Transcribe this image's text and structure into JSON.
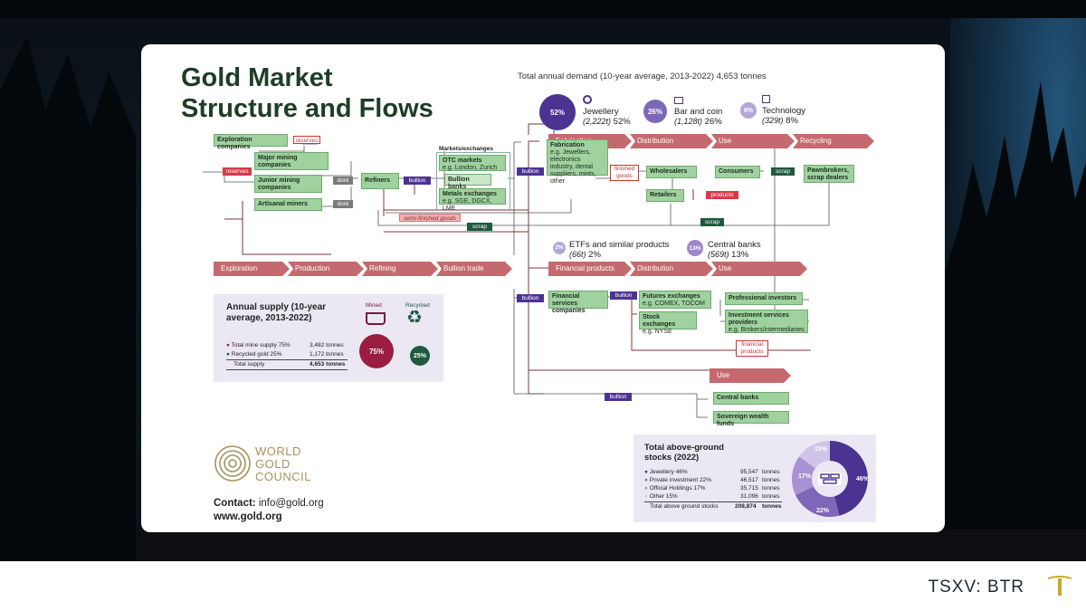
{
  "slide_title_line1": "Gold Market",
  "slide_title_line2": "Structure and Flows",
  "demand_heading": "Total annual demand (10-year average, 2013-2022) 4,653 tonnes",
  "demand_categories": [
    {
      "pct_label": "52%",
      "name": "Jewellery",
      "amount": "(2,222t)",
      "pct": "52%"
    },
    {
      "pct_label": "26%",
      "name": "Bar and coin",
      "amount": "(1,128t)",
      "pct": "26%"
    },
    {
      "pct_label": "8%",
      "name": "Technology",
      "amount": "(329t)",
      "pct": "8%"
    },
    {
      "pct_label": "2%",
      "name": "ETFs and similar products",
      "amount": "(66t)",
      "pct": "2%"
    },
    {
      "pct_label": "13%",
      "name": "Central banks",
      "amount": "(569t)",
      "pct": "13%"
    }
  ],
  "supply_nodes": {
    "exploration": "Exploration companies",
    "major": "Major mining companies",
    "junior": "Junior mining companies",
    "artisanal": "Artisanal miners",
    "refiners": "Refiners",
    "markets_heading": "Markets/exchanges",
    "otc": "OTC markets",
    "otc_eg": "e.g. London, Zurich",
    "bullion_banks": "Bullion banks",
    "metals": "Metals exchanges",
    "metals_eg": "e.g. SGE, DGCX, LME"
  },
  "fabrication_nodes": {
    "fabrication": "Fabrication",
    "fabrication_eg": "e.g. Jewellers, electronics industry, dental suppliers, mints, other",
    "wholesalers": "Wholesalers",
    "retailers": "Retailers",
    "consumers": "Consumers",
    "pawnbrokers": "Pawnbrokers, scrap dealers"
  },
  "financial_nodes": {
    "fin_services": "Financial services companies",
    "futures": "Futures exchanges",
    "futures_eg": "e.g. COMEX, TOCOM",
    "stock": "Stock exchanges",
    "stock_eg": "e.g. NYSE",
    "pro": "Professional investors",
    "inv_services": "Investment services providers",
    "inv_eg": "e.g. Brokers/intermediaries",
    "central_banks": "Central banks",
    "swf": "Sovereign wealth funds"
  },
  "flow_tags": {
    "reserves": "reserves",
    "dore": "doré",
    "bullion": "bullion",
    "semi_finished": "semi-finished goods",
    "scrap": "scrap",
    "finished_goods": "finished goods",
    "products": "products",
    "financial_products": "financial products"
  },
  "stage_bars": {
    "top": [
      "Fabrication",
      "Distribution",
      "Use",
      "Recycling"
    ],
    "middle_left": [
      "Exploration",
      "Production",
      "Refining",
      "Bullion trade"
    ],
    "middle_right": [
      "Financial products",
      "Distribution",
      "Use"
    ],
    "lower": "Use"
  },
  "annual_supply": {
    "title": "Annual supply (10-year average, 2013-2022)",
    "mined_label": "Mined",
    "recycled_label": "Recycled",
    "rows": [
      {
        "label": "Total mine supply 75%",
        "value": "3,482 tonnes"
      },
      {
        "label": "Recycled gold 25%",
        "value": "1,172 tonnes"
      },
      {
        "label": "Total supply",
        "value": "4,653 tonnes"
      }
    ],
    "mined_pct": "75%",
    "recycled_pct": "25%"
  },
  "stocks": {
    "title": "Total above-ground stocks (2022)",
    "rows": [
      {
        "label": "Jewellery 46%",
        "value": "95,547",
        "unit": "tonnes"
      },
      {
        "label": "Private investment 22%",
        "value": "46,517",
        "unit": "tonnes"
      },
      {
        "label": "Official Holdings 17%",
        "value": "35,715",
        "unit": "tonnes"
      },
      {
        "label": "Other 15%",
        "value": "31,096",
        "unit": "tonnes"
      },
      {
        "label": "Total above ground stocks",
        "value": "208,874",
        "unit": "tonnes"
      }
    ],
    "donut_labels": [
      "46%",
      "22%",
      "17%",
      "15%"
    ]
  },
  "brand": {
    "wgc_line1": "WORLD",
    "wgc_line2": "GOLD",
    "wgc_line3": "COUNCIL",
    "contact_label": "Contact:",
    "contact_email": "info@gold.org",
    "website": "www.gold.org"
  },
  "ticker": "TSXV: BTR",
  "colors": {
    "purple": "#4b3391",
    "crimson": "#9b1d3f",
    "dark_green": "#1e5a3e",
    "stage_red": "#c46a6e",
    "node_green": "#9fd29f",
    "gold": "#a8925a"
  }
}
